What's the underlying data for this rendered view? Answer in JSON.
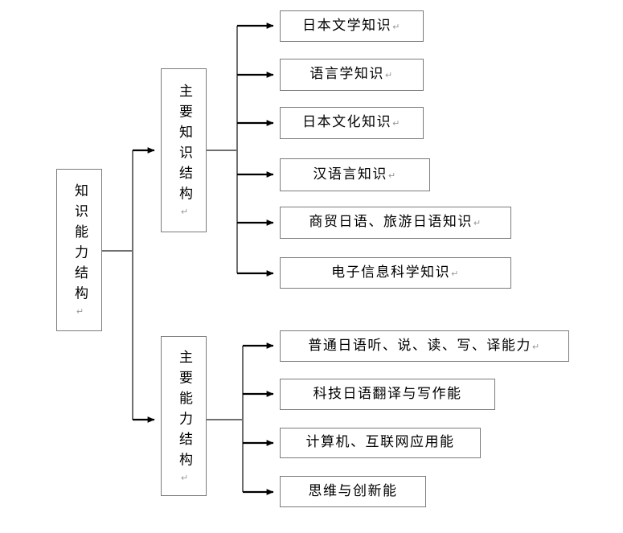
{
  "diagram": {
    "type": "tree-hierarchy",
    "title_text": "知识能力结构",
    "paragraph_mark": "↵",
    "colors": {
      "box_border": "#7b7b7b",
      "connector": "#6f6f6f",
      "arrow": "#000000",
      "text": "#000000",
      "background": "#ffffff"
    },
    "root": {
      "label": "知识能力结构",
      "orientation": "vertical",
      "has_paragraph_mark": true
    },
    "branches": [
      {
        "label": "主要知识结构",
        "orientation": "vertical",
        "has_paragraph_mark": true,
        "children": [
          {
            "label": "日本文学知识",
            "has_paragraph_mark": true
          },
          {
            "label": "语言学知识",
            "has_paragraph_mark": true
          },
          {
            "label": "日本文化知识",
            "has_paragraph_mark": true
          },
          {
            "label": "汉语言知识",
            "has_paragraph_mark": true
          },
          {
            "label": "商贸日语、旅游日语知识",
            "has_paragraph_mark": true
          },
          {
            "label": "电子信息科学知识",
            "has_paragraph_mark": true
          }
        ]
      },
      {
        "label": "主要能力结构",
        "orientation": "vertical",
        "has_paragraph_mark": true,
        "children": [
          {
            "label": "普通日语听、说、读、写、译能力",
            "has_paragraph_mark": true
          },
          {
            "label": "科技日语翻译与写作能",
            "has_paragraph_mark": false
          },
          {
            "label": "计算机、互联网应用能",
            "has_paragraph_mark": false
          },
          {
            "label": "思维与创新能",
            "has_paragraph_mark": false
          }
        ]
      }
    ]
  }
}
